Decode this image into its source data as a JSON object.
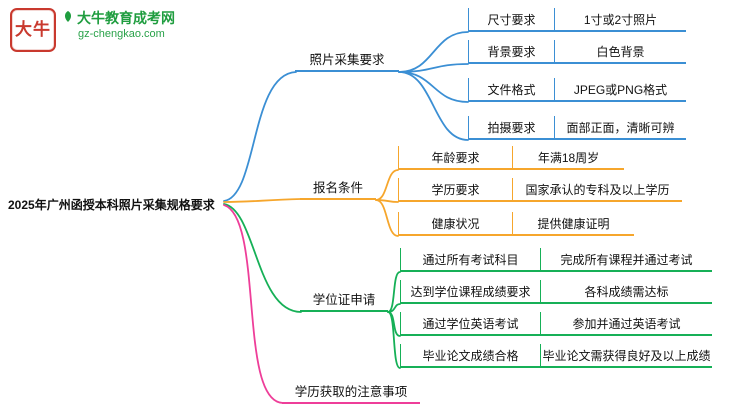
{
  "logo": {
    "badge_text": "大牛",
    "site_name": "大牛教育成考网",
    "site_url": "gz-chengkao.com"
  },
  "root": {
    "label": "2025年广州函授本科照片采集规格要求"
  },
  "colors": {
    "photo_branch": "#3b8fd4",
    "enroll_branch": "#f6a62c",
    "degree_branch": "#16b057",
    "notes_branch": "#ee3e99",
    "brand_green": "#1f9d3f",
    "brand_red": "#c9392e"
  },
  "branches": [
    {
      "label": "照片采集要求",
      "color": "#3b8fd4",
      "children": [
        {
          "label": "尺寸要求",
          "value": "1寸或2寸照片"
        },
        {
          "label": "背景要求",
          "value": "白色背景"
        },
        {
          "label": "文件格式",
          "value": "JPEG或PNG格式"
        },
        {
          "label": "拍摄要求",
          "value": "面部正面，清晰可辨"
        }
      ]
    },
    {
      "label": "报名条件",
      "color": "#f6a62c",
      "children": [
        {
          "label": "年龄要求",
          "value": "年满18周岁"
        },
        {
          "label": "学历要求",
          "value": "国家承认的专科及以上学历"
        },
        {
          "label": "健康状况",
          "value": "提供健康证明"
        }
      ]
    },
    {
      "label": "学位证申请",
      "color": "#16b057",
      "children": [
        {
          "label": "通过所有考试科目",
          "value": "完成所有课程并通过考试"
        },
        {
          "label": "达到学位课程成绩要求",
          "value": "各科成绩需达标"
        },
        {
          "label": "通过学位英语考试",
          "value": "参加并通过英语考试"
        },
        {
          "label": "毕业论文成绩合格",
          "value": "毕业论文需获得良好及以上成绩"
        }
      ]
    },
    {
      "label": "学历获取的注意事项",
      "color": "#ee3e99",
      "children": []
    }
  ]
}
